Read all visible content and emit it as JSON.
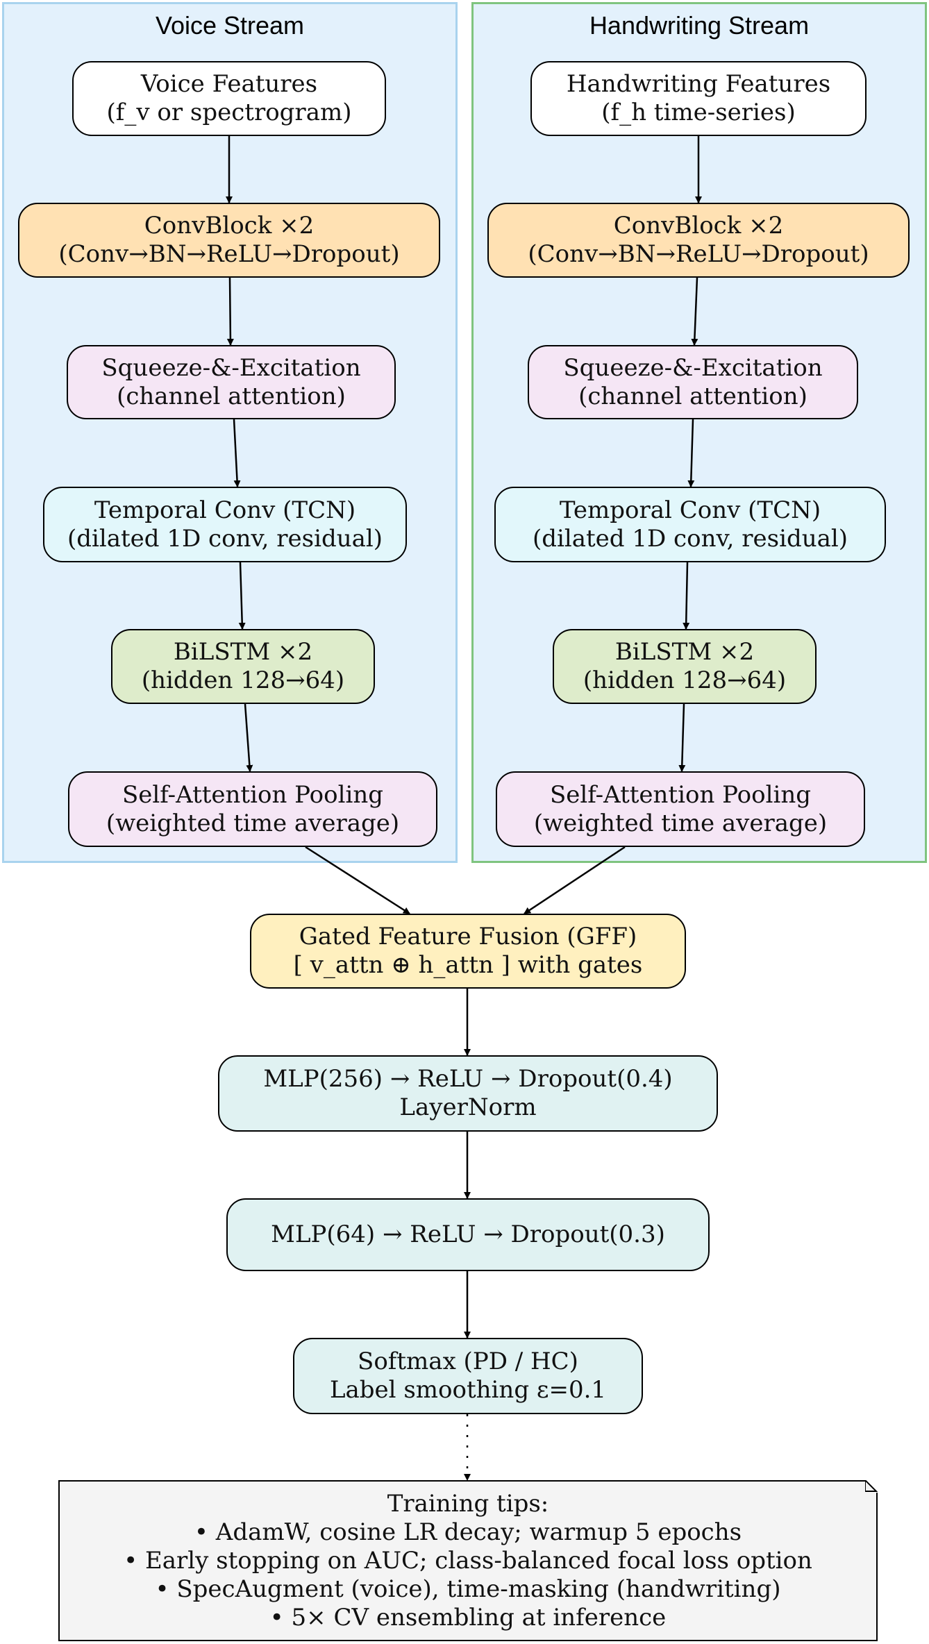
{
  "clusters": {
    "voice": {
      "title": "Voice Stream",
      "border": "#a9d3ee"
    },
    "handwriting": {
      "title": "Handwriting Stream",
      "border": "#7fc47f"
    }
  },
  "colors": {
    "input": "#ffffff",
    "conv": "#ffe1b3",
    "se": "#f5e6f5",
    "tcn": "#e2f7fb",
    "lstm": "#deeccb",
    "attn": "#f5e6f5",
    "fusion": "#fff0bf",
    "mlp": "#e0f2f2",
    "note": "#f4f4f4"
  },
  "voice": {
    "input": {
      "line1": "Voice Features",
      "line2": "(f_v or spectrogram)"
    },
    "conv": {
      "line1": "ConvBlock ×2",
      "line2": "(Conv→BN→ReLU→Dropout)"
    },
    "se": {
      "line1": "Squeeze-&-Excitation",
      "line2": "(channel attention)"
    },
    "tcn": {
      "line1": "Temporal Conv (TCN)",
      "line2": "(dilated 1D conv, residual)"
    },
    "lstm": {
      "line1": "BiLSTM ×2",
      "line2": "(hidden 128→64)"
    },
    "attn": {
      "line1": "Self-Attention Pooling",
      "line2": "(weighted time average)"
    }
  },
  "handwriting": {
    "input": {
      "line1": "Handwriting Features",
      "line2": "(f_h time-series)"
    },
    "conv": {
      "line1": "ConvBlock ×2",
      "line2": "(Conv→BN→ReLU→Dropout)"
    },
    "se": {
      "line1": "Squeeze-&-Excitation",
      "line2": "(channel attention)"
    },
    "tcn": {
      "line1": "Temporal Conv (TCN)",
      "line2": "(dilated 1D conv, residual)"
    },
    "lstm": {
      "line1": "BiLSTM ×2",
      "line2": "(hidden 128→64)"
    },
    "attn": {
      "line1": "Self-Attention Pooling",
      "line2": "(weighted time average)"
    }
  },
  "fusion": {
    "line1": "Gated Feature Fusion (GFF)",
    "line2": "[ v_attn ⊕ h_attn ] with gates"
  },
  "mlp1": {
    "line1": "MLP(256) → ReLU → Dropout(0.4)",
    "line2": "LayerNorm"
  },
  "mlp2": {
    "line1": "MLP(64) → ReLU → Dropout(0.3)"
  },
  "softmax": {
    "line1": "Softmax (PD / HC)",
    "line2": "Label smoothing ε=0.1"
  },
  "tips": {
    "title": "Training tips:",
    "items": [
      "• AdamW, cosine LR decay; warmup 5 epochs",
      "• Early stopping on AUC; class-balanced focal loss option",
      "• SpecAugment (voice), time-masking (handwriting)",
      "• 5× CV ensembling at inference"
    ]
  }
}
